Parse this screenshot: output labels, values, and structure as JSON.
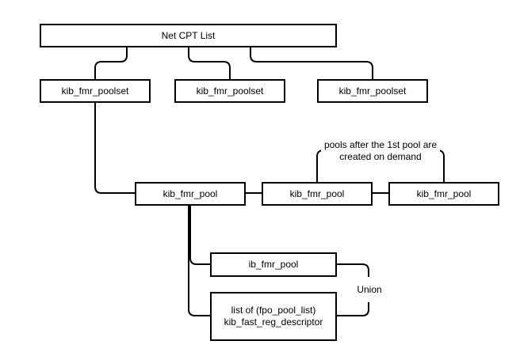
{
  "diagram": {
    "root": {
      "label": "Net CPT List"
    },
    "poolsets": [
      {
        "label": "kib_fmr_poolset"
      },
      {
        "label": "kib_fmr_poolset"
      },
      {
        "label": "kib_fmr_poolset"
      }
    ],
    "pools": [
      {
        "label": "kib_fmr_pool"
      },
      {
        "label": "kib_fmr_pool"
      },
      {
        "label": "kib_fmr_pool"
      }
    ],
    "pool_note": "pools after the 1st pool are\ncreated on demand",
    "union_members": [
      {
        "label": "ib_fmr_pool"
      },
      {
        "label": "list of (fpo_pool_list)\nkib_fast_reg_descriptor"
      }
    ],
    "union_label": "Union"
  }
}
